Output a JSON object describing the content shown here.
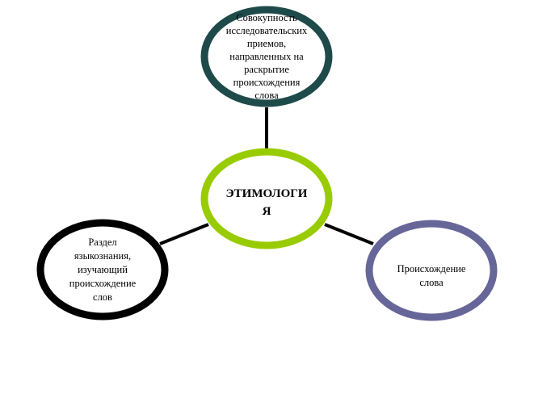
{
  "diagram": {
    "center": {
      "lines": [
        "ЭТИМОЛОГИ",
        "Я"
      ],
      "color": "#99cc00"
    },
    "top": {
      "lines": [
        "Совокупность",
        "исследовательских",
        "приемов,",
        "направленных на",
        "раскрытие",
        "происхождения",
        "слова"
      ],
      "color": "#1f4a4a"
    },
    "left": {
      "lines": [
        "Раздел",
        "языкознания,",
        "изучающий",
        "происхождение",
        "слов"
      ],
      "color": "#000000"
    },
    "right": {
      "lines": [
        "Происхождение",
        "слова"
      ],
      "color": "#666699"
    },
    "connector_color": "#000000"
  }
}
